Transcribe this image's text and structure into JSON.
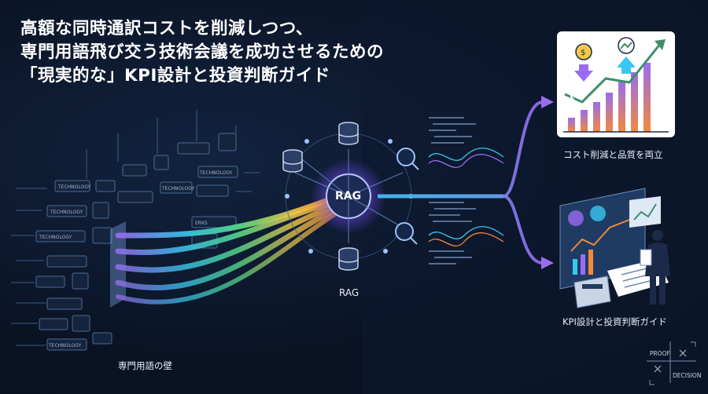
{
  "title": {
    "line1": "高額な同時通訳コストを削減しつつ、",
    "line2": "専門用語飛び交う技術会議を成功させるための",
    "line3": "「現実的な」KPI設計と投資判断ガイド"
  },
  "hub": {
    "label": "RAG",
    "caption": "RAG"
  },
  "left_caption": "専門用語の壁",
  "chips": [
    "TECHNOLOGY",
    "TECHNOLOGY",
    "TECHNOLOGY",
    "TECHNOLOGY",
    "TECHNOLOGY",
    "TECHNOLOGY",
    "ERKS"
  ],
  "outcomes": {
    "top": "コスト削減と品質を両立",
    "bottom": "KPI設計と投資判断ガイド"
  },
  "decision_box": {
    "proof": "PROOF",
    "decision": "DECISION"
  },
  "colors": {
    "accent_orange": "#f28a3a",
    "accent_cyan": "#38c8f0",
    "accent_purple": "#9a6cf0",
    "background": "#0b1426"
  }
}
